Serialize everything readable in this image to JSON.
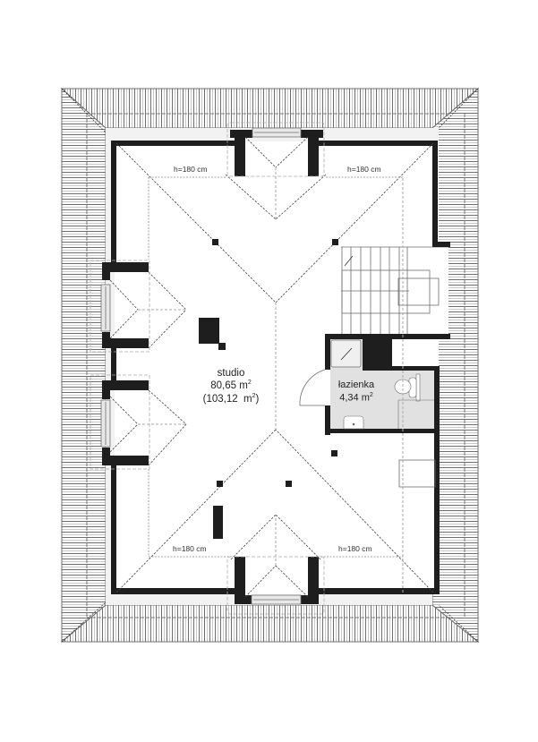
{
  "plan": {
    "type": "attic floor plan",
    "rooms": [
      {
        "name": "studio",
        "area": "80,65",
        "area_unit": "m",
        "area_gross": "103,12",
        "area_gross_unit": "m",
        "exp": "2"
      },
      {
        "name": "łazienka",
        "area": "4,34",
        "area_unit": "m",
        "exp": "2"
      }
    ],
    "height_labels": [
      {
        "text": "h=180 cm",
        "pos": "top-left"
      },
      {
        "text": "h=180 cm",
        "pos": "top-right"
      },
      {
        "text": "h=180 cm",
        "pos": "bottom-left"
      },
      {
        "text": "h=180 cm",
        "pos": "bottom-right"
      }
    ],
    "colors": {
      "wall": "#1e1e1e",
      "roof_line": "#6e6e6e",
      "roof_line_light": "#c6c6c6",
      "eave_fill": "#f2f2f2",
      "bathroom_fill": "#e1e1e1",
      "dash": "#555555"
    }
  }
}
